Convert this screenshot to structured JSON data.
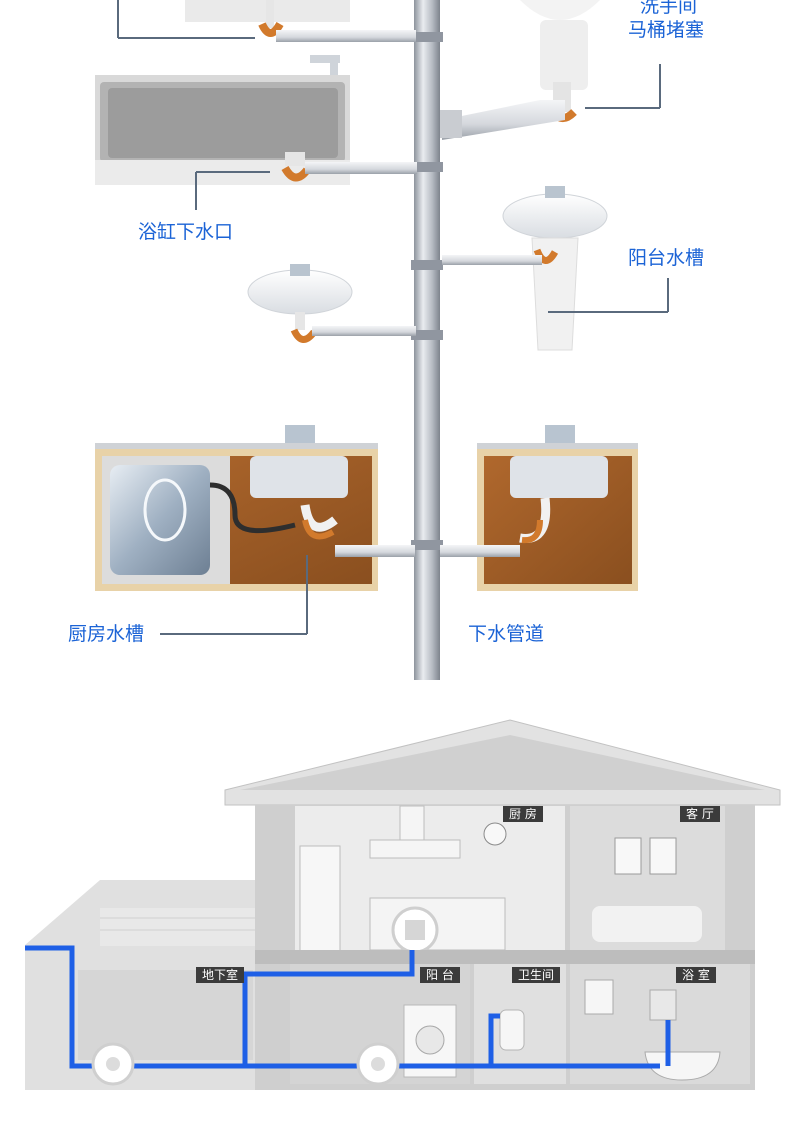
{
  "top_labels": {
    "washroom_toilet_line1": "洗手间",
    "washroom_toilet_line2": "马桶堵塞",
    "bathtub_drain": "浴缸下水口",
    "balcony_sink": "阳台水槽",
    "kitchen_sink": "厨房水槽",
    "drain_pipe": "下水管道"
  },
  "room_tags": {
    "kitchen": "厨 房",
    "living_room": "客 厅",
    "basement": "地下室",
    "balcony": "阳 台",
    "restroom": "卫生间",
    "bathroom": "浴 室"
  },
  "colors": {
    "label_blue": "#1b63d6",
    "pipe_blue": "#1e5fe6",
    "pipe_gray": "#b8bcc4",
    "trap_orange": "#d27a2c",
    "cabinet_wood": "#9a5a26",
    "tag_bg": "#3b3b3b",
    "house_gray": "#c8c8c8"
  }
}
